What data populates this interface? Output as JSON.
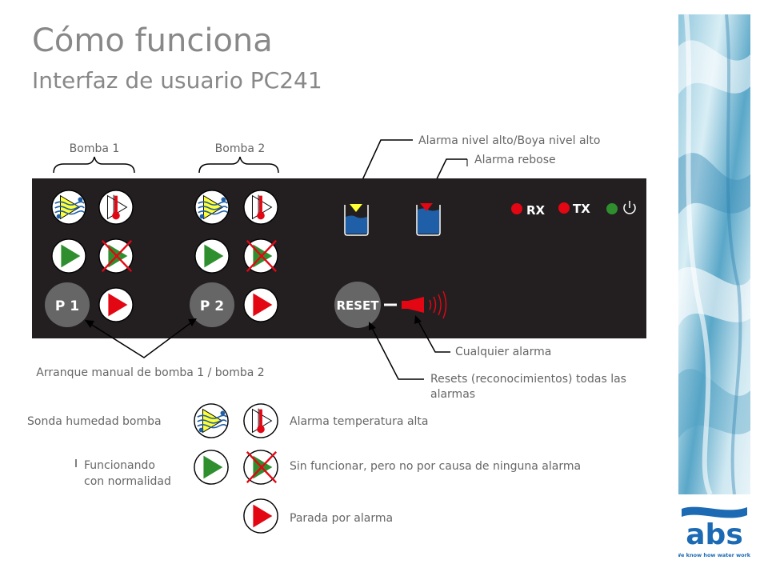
{
  "title": "Cómo funciona",
  "subtitle": "Interfaz de usuario PC241",
  "labels": {
    "pump1": "Bomba 1",
    "pump2": "Bomba 2",
    "high_level_alarm": "Alarma nivel alto/Boya nivel alto",
    "overflow_alarm": "Alarma rebose",
    "any_alarm": "Cualquier alarma",
    "manual_start": "Arranque manual de bomba 1 / bomba 2",
    "resets_line1": "Resets (reconocimientos) todas las",
    "resets_line2": "alarmas"
  },
  "panel": {
    "button_p1": "P 1",
    "button_p2": "P 2",
    "button_reset": "RESET",
    "rx": "RX",
    "tx": "TX"
  },
  "legend": {
    "moisture_probe": "Sonda humedad bomba",
    "high_temp": "Alarma temperatura alta",
    "running_line1": "Funcionando",
    "running_line2": "con normalidad",
    "not_running": "Sin funcionar, pero no por causa de ninguna alarma",
    "stopped_alarm": "Parada por alarma"
  },
  "logo": {
    "text": "abs",
    "tagline": "We know how water works"
  },
  "colors": {
    "panel": "#231f20",
    "green": "#2f8f2f",
    "red": "#e30613",
    "yellow": "#ffff33",
    "blue": "#1f5fa8",
    "grey_button": "#666666",
    "logo_blue": "#1b6ab3"
  },
  "icons": [
    "moisture-sensor-icon",
    "temperature-alarm-icon",
    "running-icon",
    "not-running-icon",
    "stopped-alarm-icon",
    "tank-high-level-icon",
    "tank-overflow-icon",
    "siren-icon",
    "power-icon"
  ]
}
